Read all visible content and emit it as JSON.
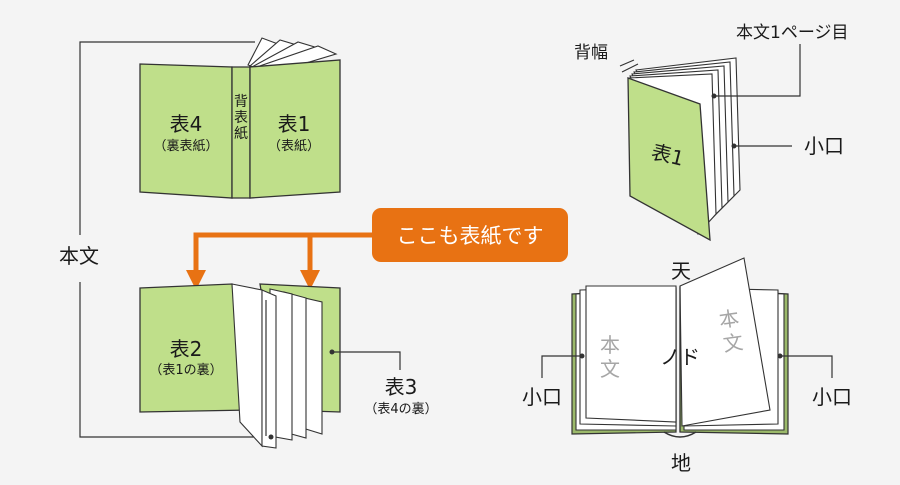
{
  "labels": {
    "honbun": "本文",
    "hyo4": "表4",
    "hyo4_sub": "（裏表紙）",
    "sebyoshi": [
      "背",
      "表",
      "紙"
    ],
    "hyo1": "表1",
    "hyo1_sub": "（表紙）",
    "callout": "ここも表紙です",
    "hyo2": "表2",
    "hyo2_sub": "（表1の裏）",
    "hyo3": "表3",
    "hyo3_sub": "（表4の裏）",
    "first_page": "本文1ページ目",
    "spine_width": "背幅",
    "hyo1_angled": "表1",
    "koguchi_right": "小口",
    "ten": "天",
    "chi": "地",
    "nodo": "ノド",
    "koguchi_left": "小口",
    "koguchi_right2": "小口",
    "ghost_left": [
      "本",
      "文"
    ],
    "ghost_right": [
      "本",
      "文"
    ]
  },
  "colors": {
    "cover": "#bfdf8a",
    "accent": "#e87213",
    "background": "#f4f4f4"
  }
}
